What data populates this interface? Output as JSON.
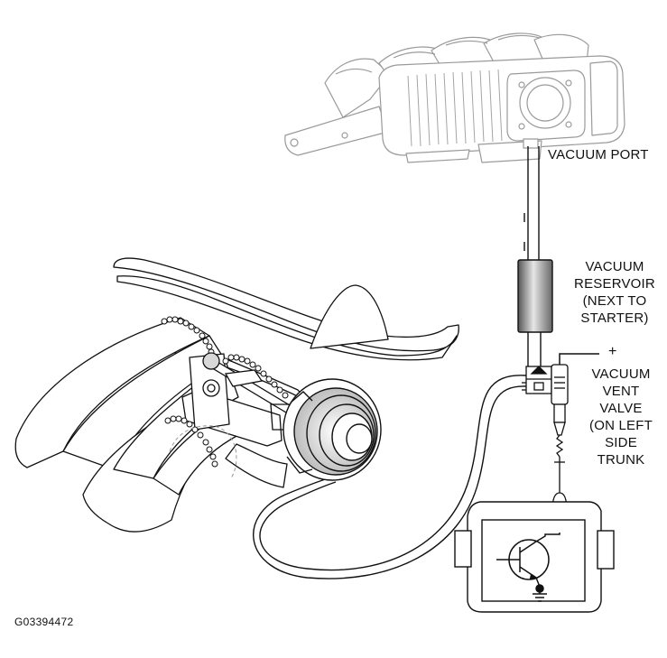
{
  "labels": {
    "vacuum_port": "VACUUM PORT",
    "vacuum_reservoir": [
      "VACUUM",
      "RESERVOIR",
      "(NEXT TO",
      "STARTER)"
    ],
    "vacuum_vent_valve": [
      "VACUUM",
      "VENT",
      "VALVE",
      "(ON LEFT",
      "SIDE",
      "TRUNK"
    ],
    "plus_sign": "+",
    "figure_code": "G03394472"
  },
  "colors": {
    "line": "#111111",
    "ghost_line": "#9a9a9a",
    "fill": "#ffffff",
    "reservoir_dark": "#555555",
    "reservoir_light": "#e6e6e6"
  },
  "icons": {
    "transistor": "npn-transistor-symbol",
    "ground": "ground-symbol"
  }
}
